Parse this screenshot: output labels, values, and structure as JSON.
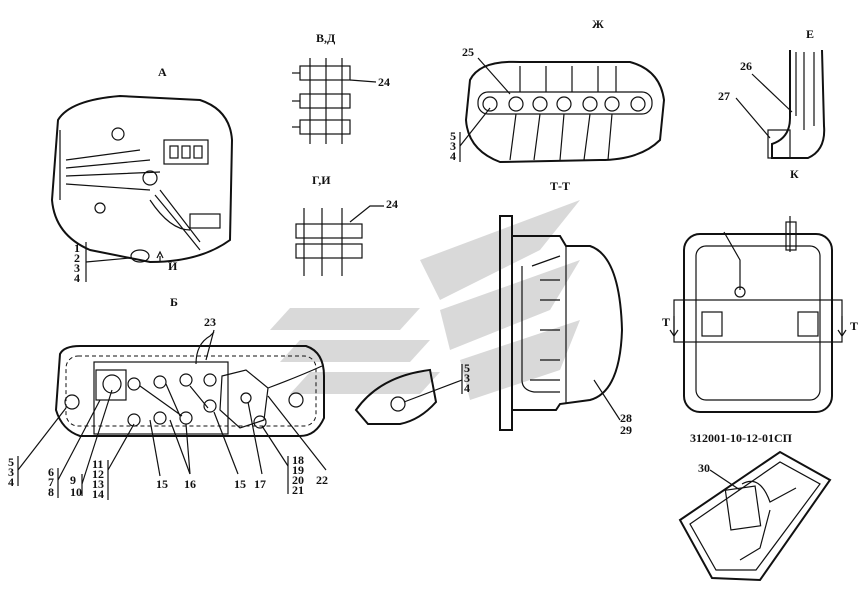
{
  "views": {
    "a": "А",
    "b": "Б",
    "vd": "В,Д",
    "gi": "Г,И",
    "zh": "Ж",
    "tt": "Т-Т",
    "e": "Е",
    "k": "К",
    "i": "И",
    "t_left": "Т",
    "t_right": "Т"
  },
  "drawing_code": "312001-10-12-01СП",
  "callouts": {
    "a_stack": [
      "1",
      "2",
      "3",
      "4"
    ],
    "c24_top": "24",
    "c24_mid": "24",
    "c25": "25",
    "zh_stack": [
      "5",
      "3",
      "4"
    ],
    "c26": "26",
    "c27": "27",
    "c23": "23",
    "b_left_stack": [
      "5",
      "3",
      "4"
    ],
    "b_6": [
      "6",
      "7",
      "8"
    ],
    "b_9": [
      "9",
      "10"
    ],
    "b_11": [
      "11",
      "12",
      "13",
      "14"
    ],
    "c15a": "15",
    "c16": "16",
    "c15b": "15",
    "c17": "17",
    "b_18": [
      "18",
      "19",
      "20",
      "21"
    ],
    "c22": "22",
    "mid_stack": [
      "5",
      "3",
      "4"
    ],
    "tt_28": [
      "28",
      "29"
    ],
    "c30": "30"
  }
}
